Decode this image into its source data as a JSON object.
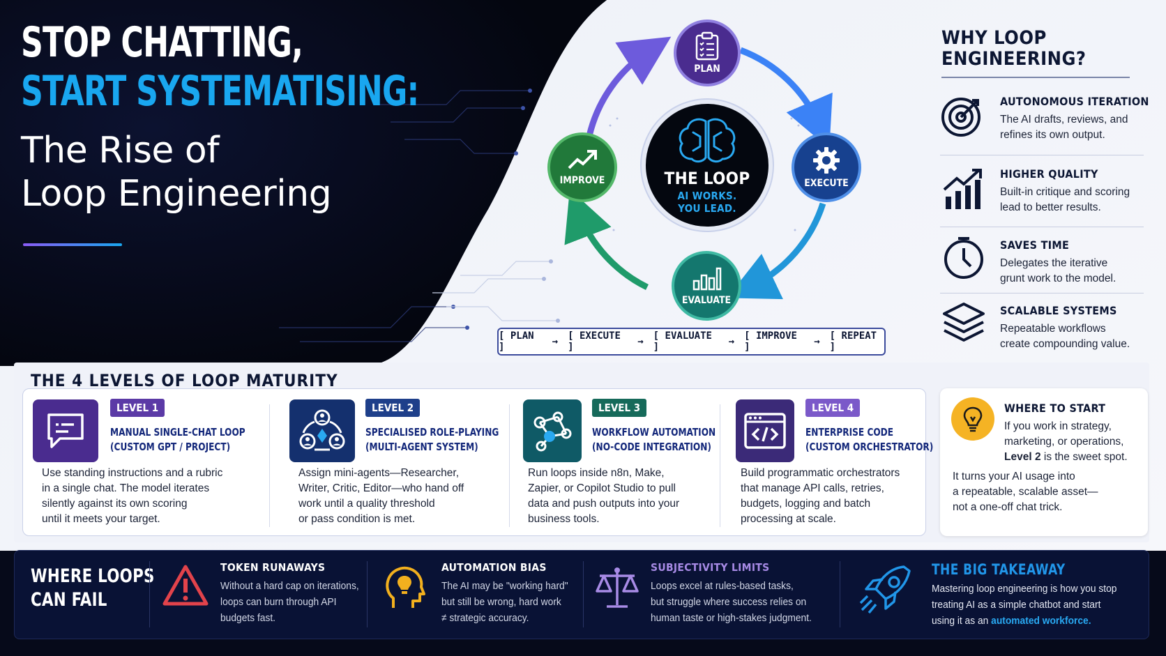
{
  "hero": {
    "title_line1": "STOP CHATTING,",
    "title_line2": "START SYSTEMATISING:",
    "subtitle_line1": "The Rise of",
    "subtitle_line2": "Loop Engineering"
  },
  "loop": {
    "center_title": "THE LOOP",
    "center_line1": "AI WORKS.",
    "center_line2": "YOU LEAD.",
    "nodes": [
      {
        "label": "PLAN",
        "icon": "clipboard-checklist-icon",
        "color": "#4a2c8f"
      },
      {
        "label": "EXECUTE",
        "icon": "gear-icon",
        "color": "#17418f"
      },
      {
        "label": "EVALUATE",
        "icon": "bar-chart-icon",
        "color": "#14776e"
      },
      {
        "label": "IMPROVE",
        "icon": "trend-up-icon",
        "color": "#21793a"
      }
    ],
    "flow": [
      "[ PLAN ]",
      "→",
      "[ EXECUTE ]",
      "→",
      "[ EVALUATE ]",
      "→",
      "[ IMPROVE ]",
      "→",
      "[ REPEAT ]"
    ]
  },
  "why": {
    "title_line1": "WHY LOOP",
    "title_line2": "ENGINEERING?",
    "items": [
      {
        "title": "AUTONOMOUS ITERATION",
        "line1": "The AI drafts, reviews, and",
        "line2": "refines its own output.",
        "icon": "target-icon"
      },
      {
        "title": "HIGHER QUALITY",
        "line1": "Built-in critique and scoring",
        "line2": "lead to better results.",
        "icon": "growth-chart-icon"
      },
      {
        "title": "SAVES TIME",
        "line1": "Delegates the iterative",
        "line2": "grunt work to the model.",
        "icon": "clock-icon"
      },
      {
        "title": "SCALABLE SYSTEMS",
        "line1": "Repeatable workflows",
        "line2": "create compounding value.",
        "icon": "layers-icon"
      }
    ]
  },
  "levels": {
    "title": "THE 4 LEVELS OF LOOP MATURITY",
    "items": [
      {
        "badge": "LEVEL 1",
        "name1": "MANUAL SINGLE-CHAT LOOP",
        "name2": "(CUSTOM GPT / PROJECT)",
        "desc": [
          "Use standing instructions and a rubric",
          "in a single chat. The model iterates",
          "silently against its own scoring",
          "until it meets your target."
        ],
        "icon": "chat-bubble-icon",
        "color": "#4a2c8f",
        "badge_color": "#5b3aa6"
      },
      {
        "badge": "LEVEL 2",
        "name1": "SPECIALISED ROLE-PLAYING",
        "name2": "(MULTI-AGENT SYSTEM)",
        "desc": [
          "Assign mini-agents—Researcher,",
          "Writer, Critic, Editor—who hand off",
          "work until a quality threshold",
          "or pass condition is met."
        ],
        "icon": "multi-agent-icon",
        "color": "#14306e",
        "badge_color": "#1e3f8a"
      },
      {
        "badge": "LEVEL 3",
        "name1": "WORKFLOW AUTOMATION",
        "name2": "(NO-CODE INTEGRATION)",
        "desc": [
          "Run loops inside n8n, Make,",
          "Zapier, or Copilot Studio to pull",
          "data and push outputs into your",
          "business tools."
        ],
        "icon": "network-nodes-icon",
        "color": "#0f5a66",
        "badge_color": "#166a5a"
      },
      {
        "badge": "LEVEL 4",
        "name1": "ENTERPRISE CODE",
        "name2": "(CUSTOM ORCHESTRATOR)",
        "desc": [
          "Build programmatic orchestrators",
          "that manage API calls, retries,",
          "budgets, logging and batch",
          "processing at scale."
        ],
        "icon": "code-window-icon",
        "color": "#3b2a78",
        "badge_color": "#7b59c9"
      }
    ]
  },
  "start": {
    "title": "WHERE TO START",
    "line1": "If you work in strategy,",
    "line2": "marketing, or operations,",
    "line3_bold": "Level 2",
    "line3_rest": " is the sweet spot.",
    "body": [
      "It turns your AI usage into",
      "a repeatable, scalable asset—",
      "not a one-off chat trick."
    ],
    "icon": "lightbulb-icon"
  },
  "fail": {
    "title_line1": "WHERE LOOPS",
    "title_line2": "CAN FAIL",
    "items": [
      {
        "title": "TOKEN RUNAWAYS",
        "desc": [
          "Without a hard cap on iterations,",
          "loops can burn through API",
          "budgets fast."
        ],
        "icon": "warning-icon",
        "color": "#e2434b"
      },
      {
        "title": "AUTOMATION BIAS",
        "desc": [
          "The AI may be \"working hard\"",
          "but still be wrong, hard work",
          "≠ strategic accuracy."
        ],
        "icon": "head-lightbulb-icon",
        "color": "#f2b01e"
      },
      {
        "title": "SUBJECTIVITY LIMITS",
        "desc": [
          "Loops excel at rules-based tasks,",
          "but struggle where success relies on",
          "human taste or high-stakes judgment."
        ],
        "icon": "scales-icon",
        "color": "#a88be6"
      }
    ],
    "takeaway": {
      "title": "THE BIG TAKEAWAY",
      "line1": "Mastering loop engineering is how you stop",
      "line2": "treating AI as a simple chatbot and start",
      "line3": "using it as an ",
      "line3_highlight": "automated workforce.",
      "icon": "rocket-icon"
    }
  }
}
